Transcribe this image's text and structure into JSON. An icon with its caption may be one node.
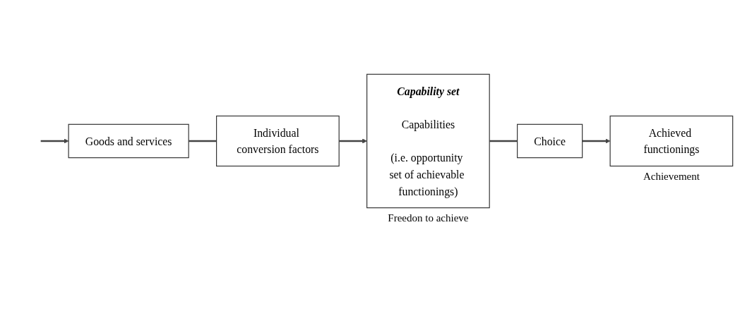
{
  "diagram": {
    "nodes": [
      {
        "text": [
          "Goods and services"
        ]
      },
      {
        "text": [
          "Individual conversion factors"
        ]
      },
      {
        "text": [
          "Capability set",
          "Capabilities",
          "(i.e. opportunity set of achievable functionings)"
        ],
        "beside": [
          "Freedon to achieve"
        ]
      },
      {
        "text": [
          "Choice"
        ]
      },
      {
        "text": [
          "Achieved functionings"
        ],
        "beside": [
          "Achievement"
        ]
      }
    ],
    "edges": [
      {
        "from": null,
        "to": 0,
        "arrow": "to"
      },
      {
        "from": 0,
        "to": 1,
        "arrow": "none"
      },
      {
        "from": 1,
        "to": 2,
        "arrow": "to"
      },
      {
        "from": 2,
        "to": 3,
        "arrow": "none"
      },
      {
        "from": 3,
        "to": 4,
        "arrow": "to"
      }
    ]
  }
}
